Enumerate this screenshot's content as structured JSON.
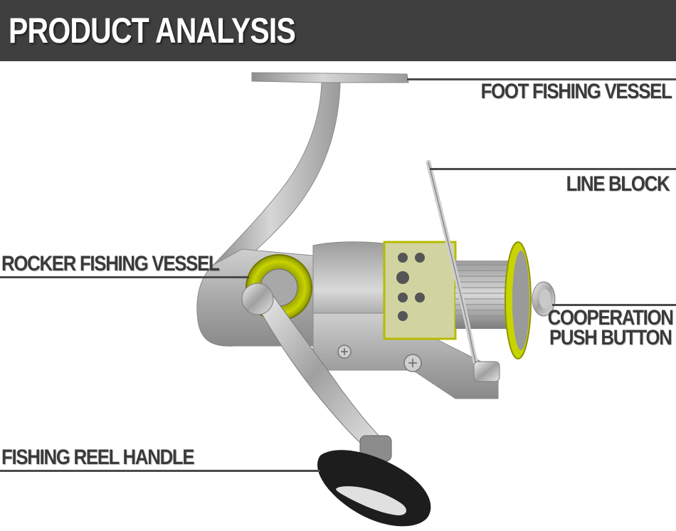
{
  "header": {
    "title": "PRODUCT ANALYSIS"
  },
  "labels": {
    "foot": "FOOT FISHING VESSEL",
    "line_block": "LINE BLOCK",
    "rocker": "ROCKER FISHING VESSEL",
    "cooperation_line1": "COOPERATION",
    "cooperation_line2": "PUSH BUTTON",
    "handle": "FISHING REEL HANDLE"
  },
  "colors": {
    "header_bg": "#3f3f3f",
    "label_text": "#3a3a3a",
    "leader_line": "#4a4a4a",
    "reel_silver": "#b9b9b9",
    "reel_accent_yellow": "#c8d400",
    "knob_black": "#1d1d1d"
  }
}
